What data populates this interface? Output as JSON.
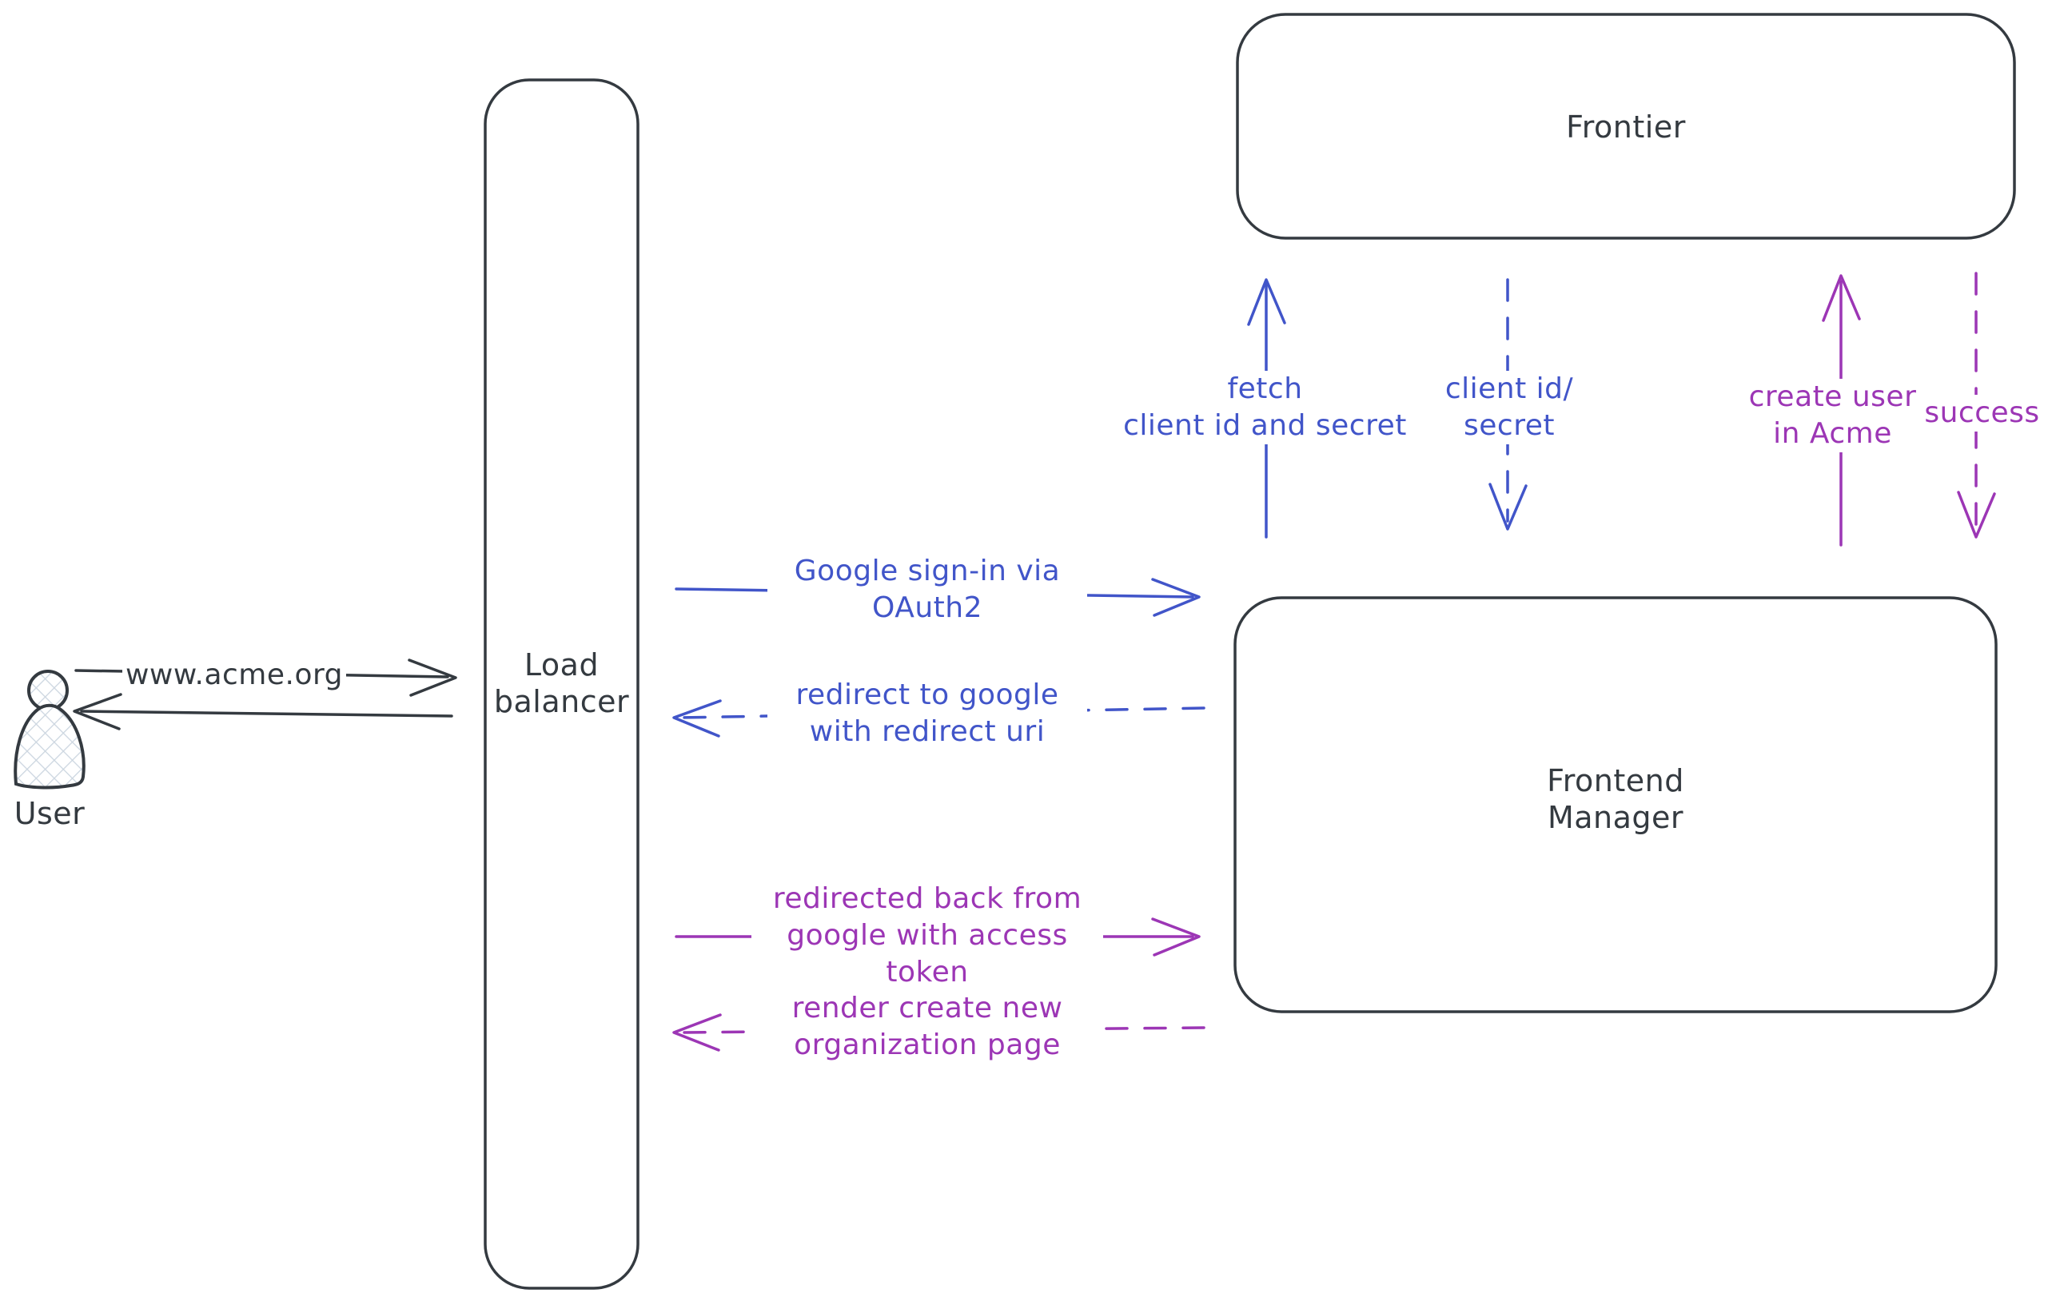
{
  "colors": {
    "stroke": "#343a40",
    "blue": "#4155c9",
    "purple": "#9c36b5",
    "hatch": "#ccd6e0",
    "background": "#ffffff"
  },
  "nodes": {
    "user": {
      "label": "User",
      "shape": "person"
    },
    "load_balancer": {
      "label": "Load\nbalancer",
      "shape": "rounded-rect"
    },
    "frontier": {
      "label": "Frontier",
      "shape": "rounded-rect"
    },
    "frontend_manager": {
      "label": "Frontend\nManager",
      "shape": "rounded-rect"
    }
  },
  "arrows": {
    "user_to_lb": {
      "label": "www.acme.org",
      "from": "user",
      "to": "load_balancer",
      "style": "solid",
      "color": "dark",
      "direction": "right"
    },
    "lb_to_user": {
      "label": "",
      "from": "load_balancer",
      "to": "user",
      "style": "solid",
      "color": "dark",
      "direction": "left"
    },
    "lb_to_fm_signin": {
      "label": "Google sign-in via\nOAuth2",
      "from": "load_balancer",
      "to": "frontend_manager",
      "style": "solid",
      "color": "blue",
      "direction": "right"
    },
    "fm_to_lb_redirect": {
      "label": "redirect to google\nwith redirect uri",
      "from": "frontend_manager",
      "to": "load_balancer",
      "style": "dashed",
      "color": "blue",
      "direction": "left"
    },
    "lb_to_fm_token": {
      "label": "redirected back from\ngoogle with access\ntoken",
      "from": "load_balancer",
      "to": "frontend_manager",
      "style": "solid",
      "color": "purple",
      "direction": "right"
    },
    "fm_to_lb_render": {
      "label": "render create new\norganization page",
      "from": "frontend_manager",
      "to": "load_balancer",
      "style": "dashed",
      "color": "purple",
      "direction": "left"
    },
    "fm_to_frontier_fetch": {
      "label": "fetch\nclient id and secret",
      "from": "frontend_manager",
      "to": "frontier",
      "style": "solid",
      "color": "blue",
      "direction": "up"
    },
    "frontier_to_fm_client": {
      "label": "client id/\nsecret",
      "from": "frontier",
      "to": "frontend_manager",
      "style": "dashed",
      "color": "blue",
      "direction": "down"
    },
    "fm_to_frontier_create": {
      "label": "create user\nin Acme",
      "from": "frontend_manager",
      "to": "frontier",
      "style": "solid",
      "color": "purple",
      "direction": "up"
    },
    "frontier_to_fm_success": {
      "label": "success",
      "from": "frontier",
      "to": "frontend_manager",
      "style": "dashed",
      "color": "purple",
      "direction": "down"
    }
  }
}
